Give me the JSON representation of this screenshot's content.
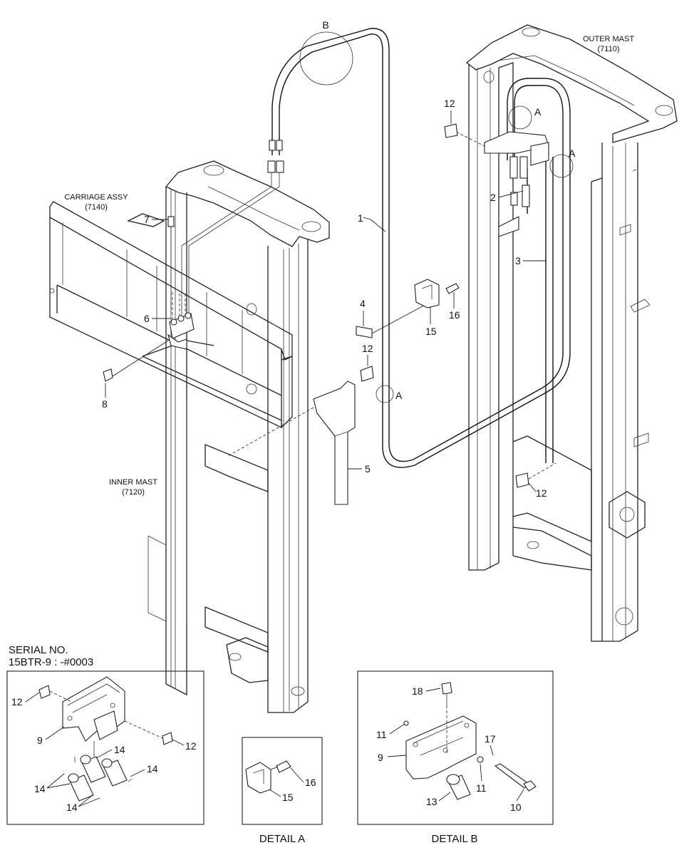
{
  "labels": {
    "outer_mast": "OUTER MAST",
    "outer_mast_code": "(7110)",
    "carriage_assy": "CARRIAGE ASSY",
    "carriage_code": "(7140)",
    "inner_mast": "INNER MAST",
    "inner_mast_code": "(7120)",
    "serial_no": "SERIAL NO.",
    "serial_range": "15BTR-9 : -#0003",
    "detail_a": "DETAIL A",
    "detail_b": "DETAIL B"
  },
  "circles": {
    "b_top": "B",
    "a_upper": "A",
    "a_right": "A",
    "a_mid": "A"
  },
  "callouts": {
    "c1": "1",
    "c2": "2",
    "c3": "3",
    "c4": "4",
    "c5": "5",
    "c6": "6",
    "c7": "7",
    "c8": "8",
    "c12_top": "12",
    "c12_mid": "12",
    "c12_low": "12",
    "c15": "15",
    "c16": "16"
  },
  "serial_box": {
    "c12a": "12",
    "c12b": "12",
    "c9": "9",
    "c14a": "14",
    "c14b": "14",
    "c14c": "14",
    "c14d": "14"
  },
  "detail_a_box": {
    "c16": "16",
    "c15": "15"
  },
  "detail_b_box": {
    "c18": "18",
    "c11a": "11",
    "c9": "9",
    "c17": "17",
    "c11b": "11",
    "c13": "13",
    "c10": "10"
  }
}
